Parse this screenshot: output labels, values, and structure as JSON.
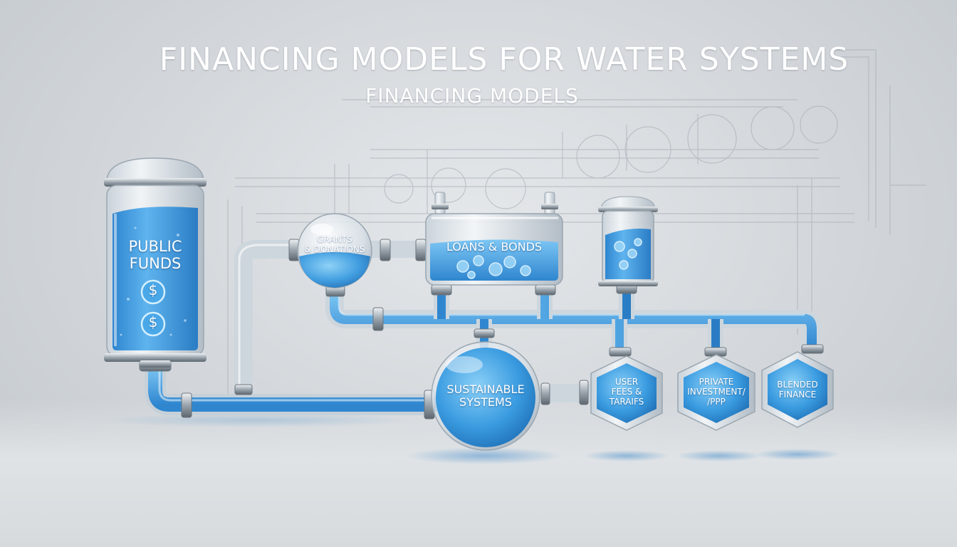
{
  "title": "FINANCING MODELS FOR WATER SYSTEMS",
  "subtitle": "FINANCING MODELS",
  "nodes": {
    "public_funds": {
      "line1": "PUBLIC",
      "line2": "FUNDS"
    },
    "grants": {
      "line1": "GRANTS",
      "line2": "& DONATIONS"
    },
    "loans": {
      "line1": "LOANS & BONDS"
    },
    "sustainable": {
      "line1": "SUSTAINABLE",
      "line2": "SYSTEMS"
    },
    "user_fees": {
      "line1": "USER",
      "line2": "FEES &",
      "line3": "TARAIFS"
    },
    "private": {
      "line1": "PRIVATE",
      "line2": "INVESTMENT/",
      "line3": "/PPP"
    },
    "blended": {
      "line1": "BLENDED",
      "line2": "FINANCE"
    }
  },
  "symbols": {
    "currency": "$"
  },
  "icons": [
    "dollar-coin-icon",
    "coin-bubble-icon"
  ],
  "colors": {
    "water": "#3a9be0",
    "water_light": "#7cc4f2",
    "glass": "#dfe7ee",
    "background": "#d2d6da"
  }
}
